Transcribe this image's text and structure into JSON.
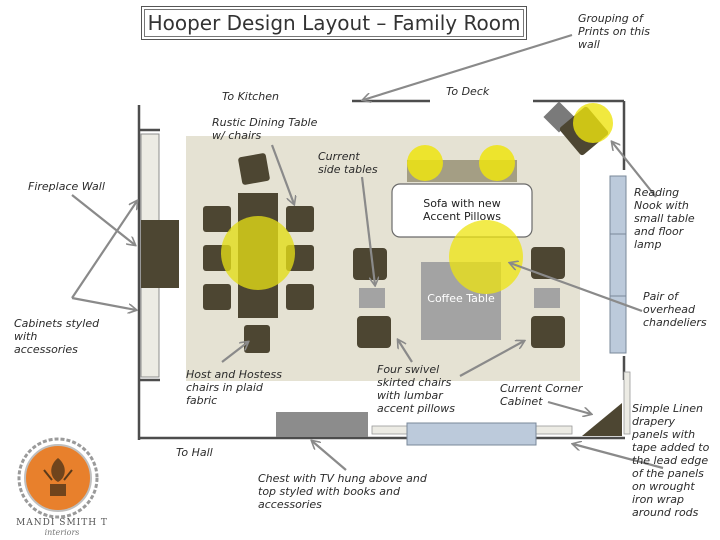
{
  "title": "Hooper Design Layout – Family Room",
  "labels": {
    "to_kitchen": "To Kitchen",
    "to_deck": "To Deck",
    "to_hall": "To Hall",
    "grouping_prints": "Grouping of\nPrints on this\nwall",
    "fireplace_wall": "Fireplace Wall",
    "cabinets": "Cabinets styled\nwith\naccessories",
    "dining_table": "Rustic Dining Table\nw/ chairs",
    "side_tables": "Current\nside tables",
    "sofa": "Sofa with new\nAccent Pillows",
    "coffee_table": "Coffee Table",
    "reading_nook": "Reading\nNook with\nsmall table\nand floor\nlamp",
    "chandeliers": "Pair of\noverhead\nchandeliers",
    "host_chairs": "Host and Hostess\nchairs in plaid\nfabric",
    "swivel_chairs": "Four swivel\nskirted chairs\nwith lumbar\naccent pillows",
    "corner_cabinet": "Current Corner\nCabinet",
    "drapery": "Simple Linen\ndrapery\npanels with\ntape added to\nthe lead edge\nof the panels\non wrought\niron wrap\naround rods",
    "chest_tv": "Chest with TV hung above and\ntop styled with books and\naccessories"
  },
  "logo": {
    "name": "MANDI SMITH T",
    "sub": "interiors"
  },
  "colors": {
    "rug": "#e5e2d3",
    "furniture": "#4d4632",
    "light": "#eee40f",
    "wall": "#4d4d4d",
    "window": "#bccadb",
    "gray_item": "#a3a3a3",
    "sofa": "#a49e84",
    "logo_orange": "#e8802c"
  }
}
